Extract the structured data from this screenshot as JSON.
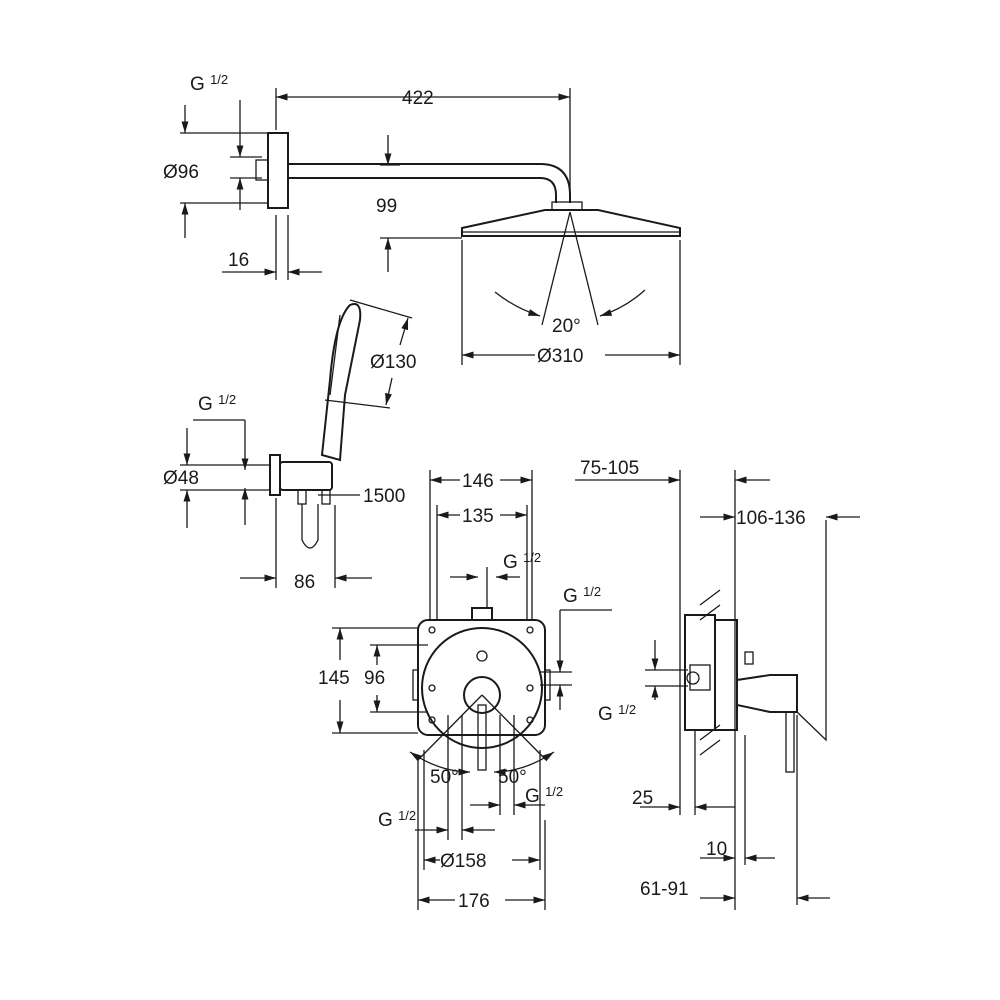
{
  "title": "Shower system dimension drawing",
  "head_shower": {
    "thread": "G",
    "thread_frac": "1/2",
    "flange_diameter": "Ø96",
    "flange_depth": "16",
    "arm_length": "422",
    "drop": "99",
    "tilt_angle": "20°",
    "head_diameter": "Ø310"
  },
  "hand_shower": {
    "head_diameter": "Ø130",
    "thread": "G",
    "thread_frac": "1/2",
    "outlet_diameter": "Ø48",
    "hose_length": "1500",
    "projection": "86"
  },
  "mixer_front": {
    "width_outer": "146",
    "width_inner": "135",
    "top_thread": "G",
    "top_thread_frac": "1/2",
    "right_thread": "G",
    "right_thread_frac": "1/2",
    "height_outer": "145",
    "height_inner": "96",
    "angle_left": "50°",
    "angle_right": "50°",
    "bottom_left_thread": "G",
    "bottom_left_thread_frac": "1/2",
    "bottom_right_thread": "G",
    "bottom_right_thread_frac": "1/2",
    "plate_diameter": "Ø158",
    "plate_width": "176"
  },
  "mixer_side": {
    "install_depth": "75-105",
    "projection_range": "106-136",
    "thread": "G",
    "thread_frac": "1/2",
    "offset_25": "25",
    "offset_10": "10",
    "wall_range": "61-91"
  }
}
